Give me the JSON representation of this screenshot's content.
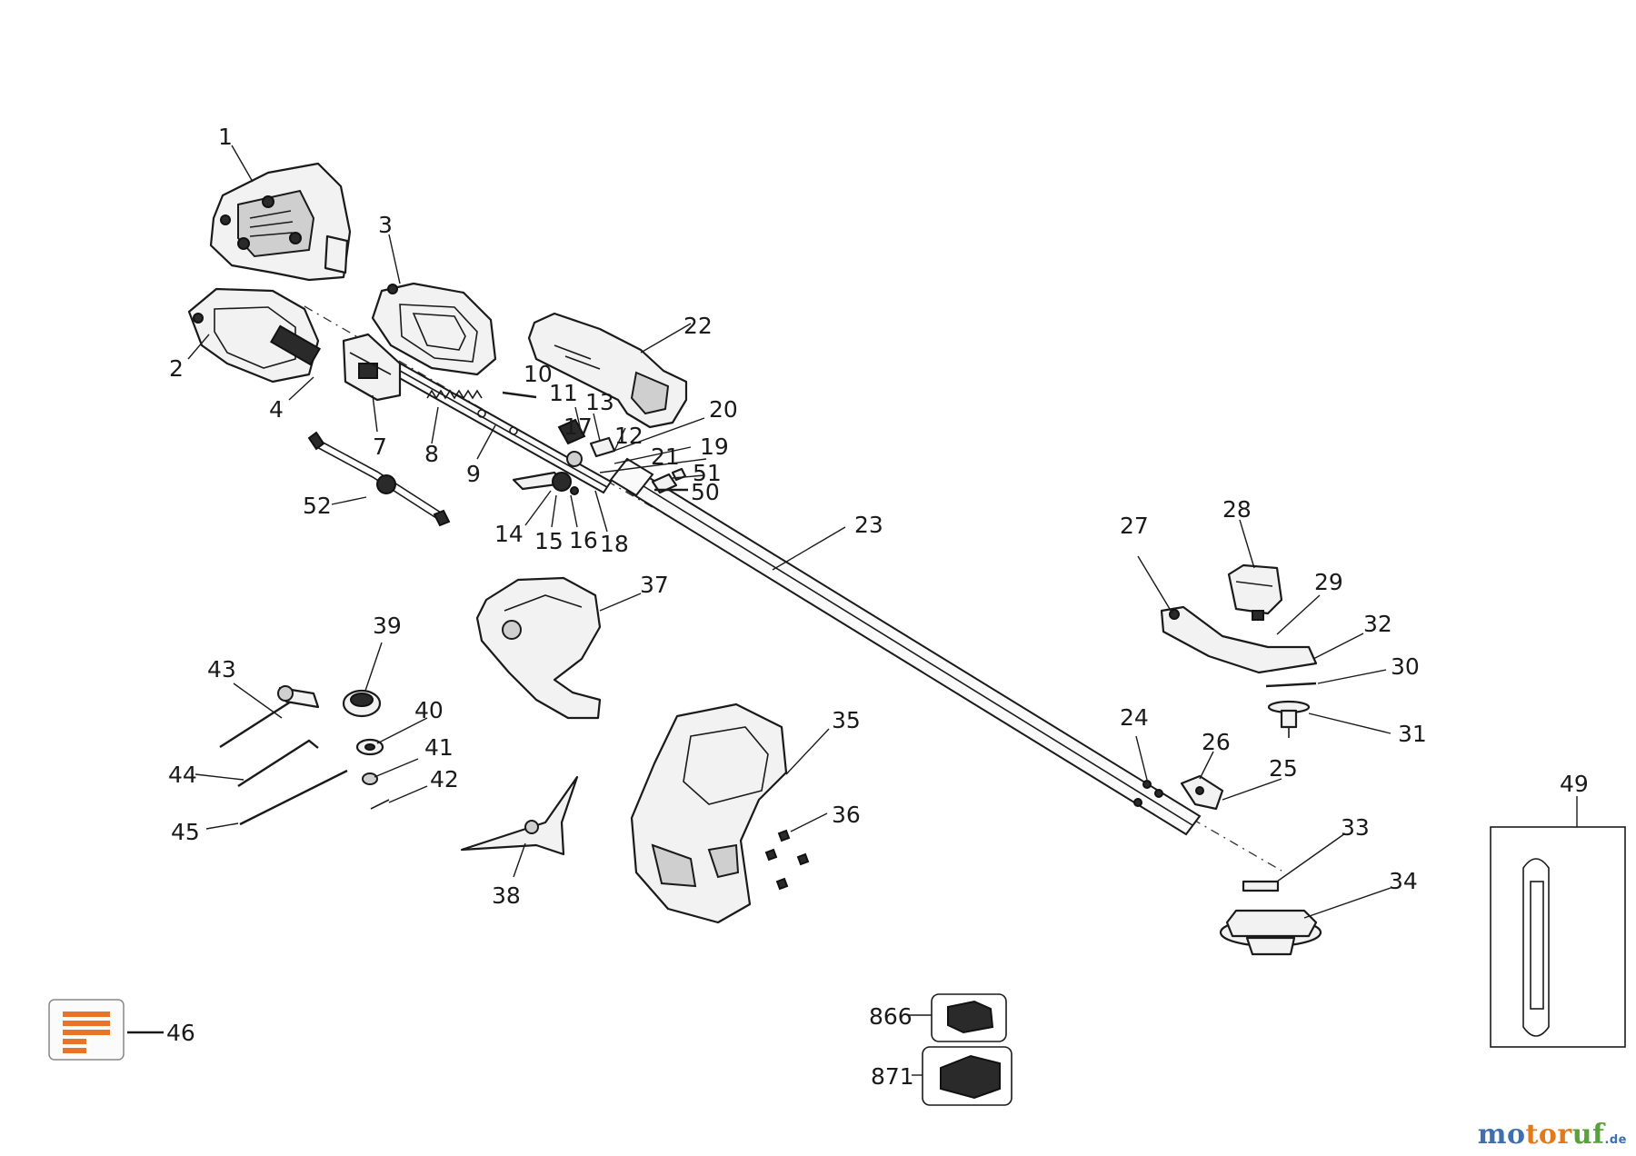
{
  "callouts": [
    "1",
    "2",
    "3",
    "4",
    "7",
    "8",
    "9",
    "10",
    "11",
    "12",
    "13",
    "14",
    "15",
    "16",
    "17",
    "18",
    "19",
    "20",
    "21",
    "22",
    "23",
    "24",
    "25",
    "26",
    "27",
    "28",
    "29",
    "30",
    "31",
    "32",
    "33",
    "34",
    "35",
    "36",
    "37",
    "38",
    "39",
    "40",
    "41",
    "42",
    "43",
    "44",
    "45",
    "46",
    "49",
    "50",
    "51",
    "52",
    "866",
    "871"
  ],
  "watermark": {
    "part1": "mo",
    "part2": "tor",
    "part3": "uf",
    "tld": ".de"
  },
  "colors": {
    "line": "#1a1a1a",
    "label_orange": "#e8742a",
    "watermark_blue": "#3f6fb0",
    "watermark_orange": "#e07a1c",
    "watermark_green": "#58a23a"
  }
}
